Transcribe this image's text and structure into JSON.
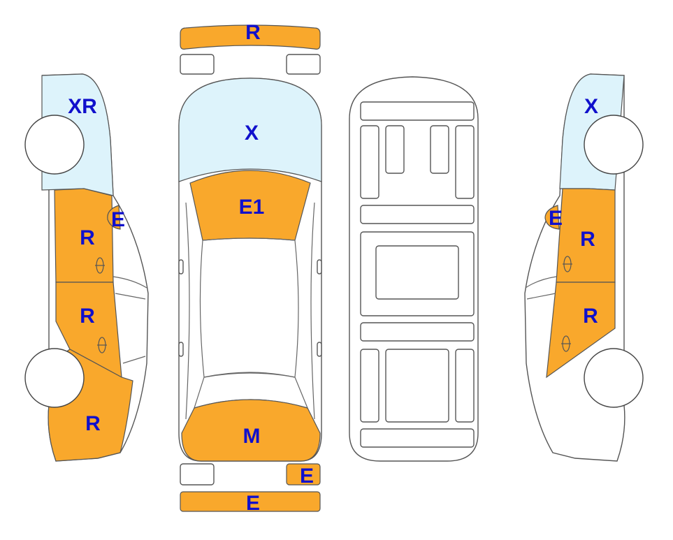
{
  "colors": {
    "damaged": "#F9A82C",
    "glass_damaged": "#DDF3FB",
    "label": "#1010CC",
    "outline": "#555555"
  },
  "labels": {
    "left_side_windshield": "XR",
    "left_side_mirror": "E",
    "left_front_door": "R",
    "left_rear_door": "R",
    "left_rear_quarter": "R",
    "front_bumper": "R",
    "windshield": "X",
    "hood": "E1",
    "trunk": "M",
    "rear_light_right": "E",
    "rear_bumper": "E",
    "right_side_windshield": "X",
    "right_side_mirror": "E",
    "right_front_door": "R",
    "right_rear_door": "R"
  }
}
